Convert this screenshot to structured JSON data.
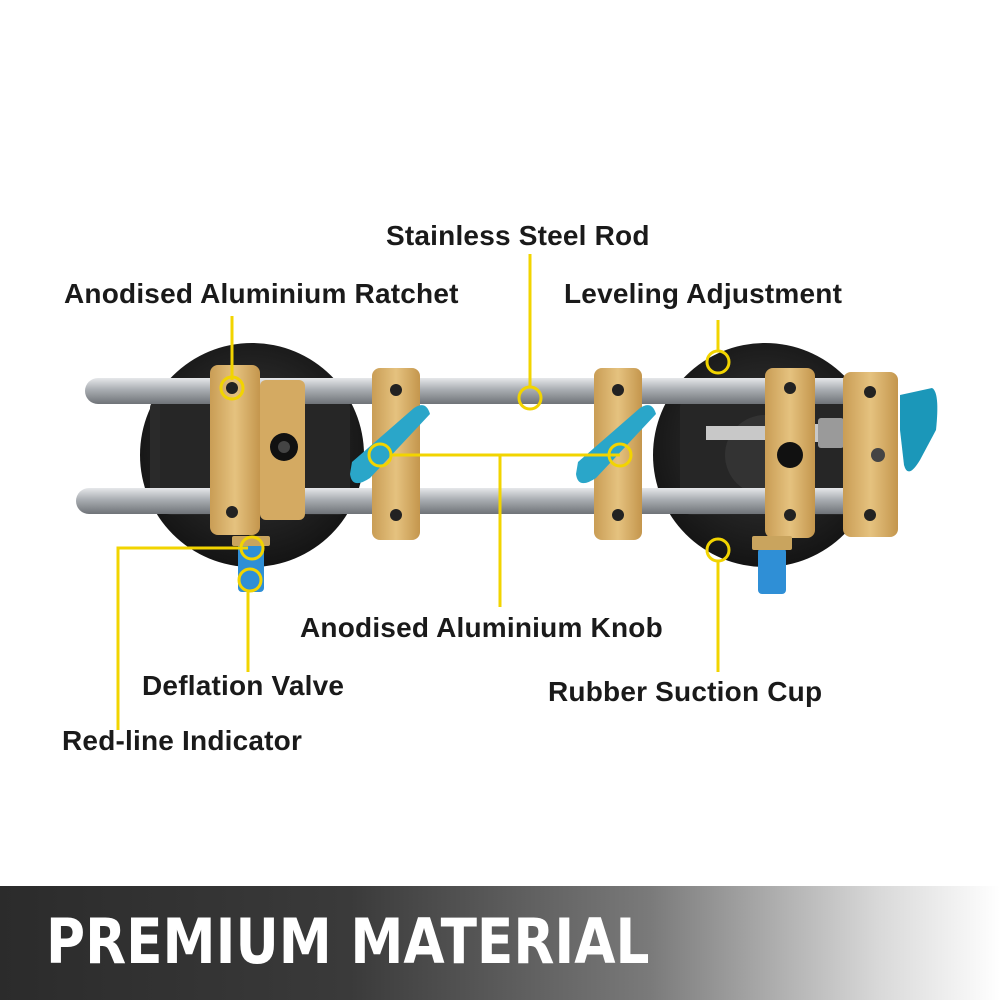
{
  "labels": {
    "stainless_steel_rod": "Stainless Steel Rod",
    "anodised_aluminium_ratchet": "Anodised Aluminium Ratchet",
    "leveling_adjustment": "Leveling Adjustment",
    "anodised_aluminium_knob": "Anodised Aluminium Knob",
    "deflation_valve": "Deflation Valve",
    "rubber_suction_cup": "Rubber Suction Cup",
    "red_line_indicator": "Red-line Indicator"
  },
  "banner": {
    "title": "PREMIUM MATERIAL"
  },
  "colors": {
    "callout": "#f2d400",
    "gold": "#d9b064",
    "cup": "#1f1f1f",
    "rod": "#b9bcc0",
    "knob": "#2aa6c9",
    "valve": "#2f8fd6"
  }
}
